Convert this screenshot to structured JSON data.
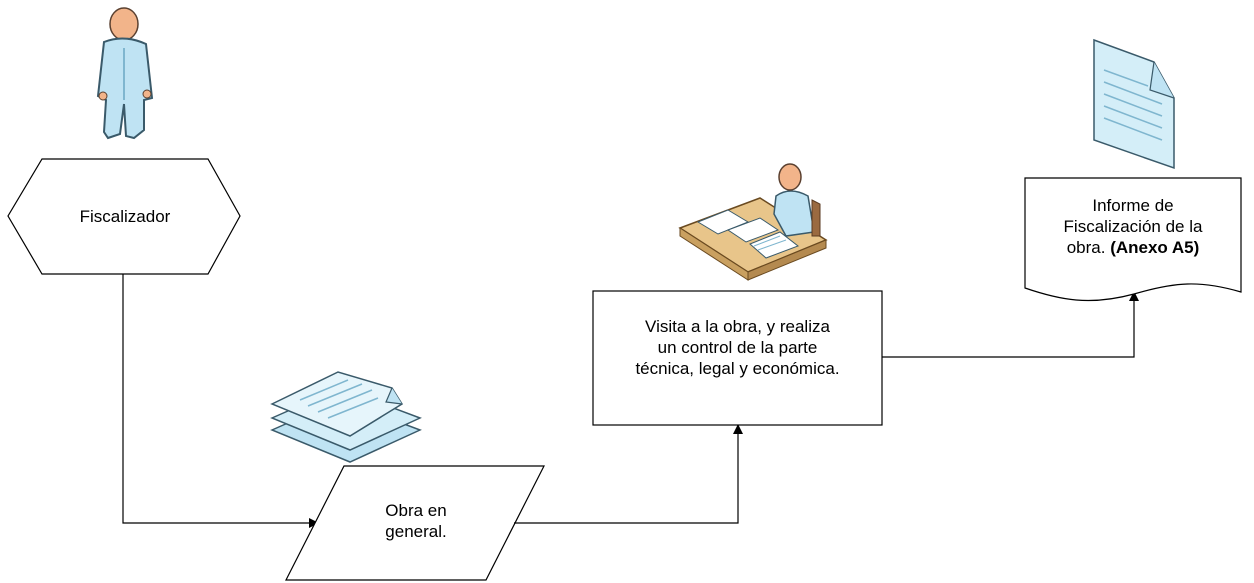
{
  "nodes": {
    "fiscalizador": {
      "label": "Fiscalizador"
    },
    "obra": {
      "line1": "Obra en",
      "line2": "general."
    },
    "visita": {
      "line1": "Visita a la obra, y realiza",
      "line2": "un control de la parte",
      "line3": "técnica, legal y económica."
    },
    "informe": {
      "line1": "Informe de",
      "line2": "Fiscalización de la",
      "line3_prefix": "obra. ",
      "line3_bold": "(Anexo A5)"
    }
  },
  "icons": [
    "person-standing-icon",
    "document-stack-icon",
    "person-at-desk-icon",
    "document-icon"
  ],
  "colors": {
    "stroke": "#000000",
    "icon_blue": "#bfe3f3",
    "icon_blue_dark": "#7fb6cf",
    "skin": "#f2b48a",
    "desk": "#e8c58a"
  }
}
